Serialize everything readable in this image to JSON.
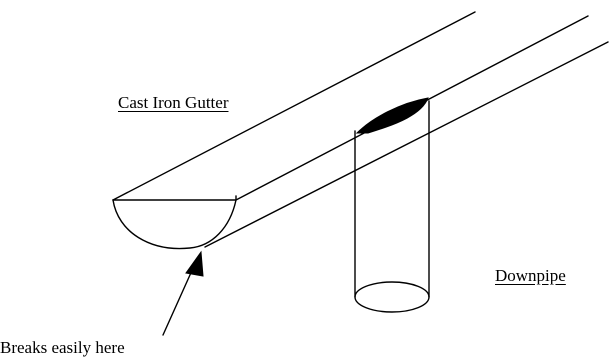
{
  "labels": {
    "gutter": "Cast Iron Gutter",
    "downpipe": "Downpipe",
    "breaks": "Breaks easily here"
  },
  "colors": {
    "line": "#000000",
    "background": "#ffffff",
    "outlet": "#000000"
  }
}
